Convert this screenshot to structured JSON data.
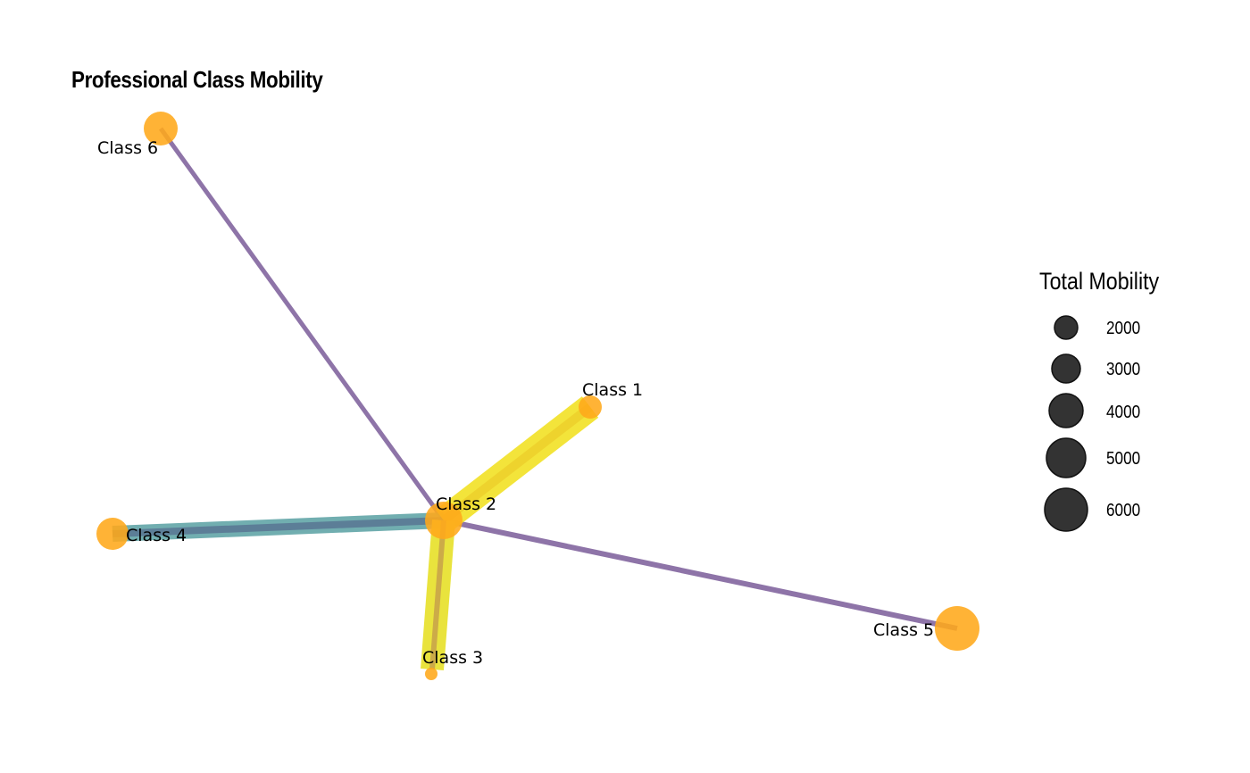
{
  "title": "Professional Class Mobility",
  "legend": {
    "title": "Total Mobility",
    "entries": [
      {
        "label": "2000",
        "value": 2000
      },
      {
        "label": "3000",
        "value": 3000
      },
      {
        "label": "4000",
        "value": 4000
      },
      {
        "label": "5000",
        "value": 5000
      },
      {
        "label": "6000",
        "value": 6000
      }
    ]
  },
  "colors": {
    "node": "#ffa91a",
    "legend_circle": "#333333",
    "edge_weak": "#8e74a8",
    "edge_mid": "#62a6a8",
    "edge_mid_core": "#5b7c96",
    "edge_strong": "#f2e22a",
    "edge_strong_core": "#c9a64a"
  },
  "nodes": [
    {
      "id": "class1",
      "label": "Class 1",
      "total_mobility": 2000
    },
    {
      "id": "class2",
      "label": "Class 2",
      "total_mobility": 4200
    },
    {
      "id": "class3",
      "label": "Class 3",
      "total_mobility": 800
    },
    {
      "id": "class4",
      "label": "Class 4",
      "total_mobility": 3000
    },
    {
      "id": "class5",
      "label": "Class 5",
      "total_mobility": 6300
    },
    {
      "id": "class6",
      "label": "Class 6",
      "total_mobility": 3200
    }
  ],
  "edges": [
    {
      "from": "class2",
      "to": "class6",
      "strength": "weak"
    },
    {
      "from": "class2",
      "to": "class5",
      "strength": "weak"
    },
    {
      "from": "class2",
      "to": "class4",
      "strength": "mid"
    },
    {
      "from": "class2",
      "to": "class1",
      "strength": "strong"
    },
    {
      "from": "class2",
      "to": "class3",
      "strength": "strong"
    }
  ]
}
